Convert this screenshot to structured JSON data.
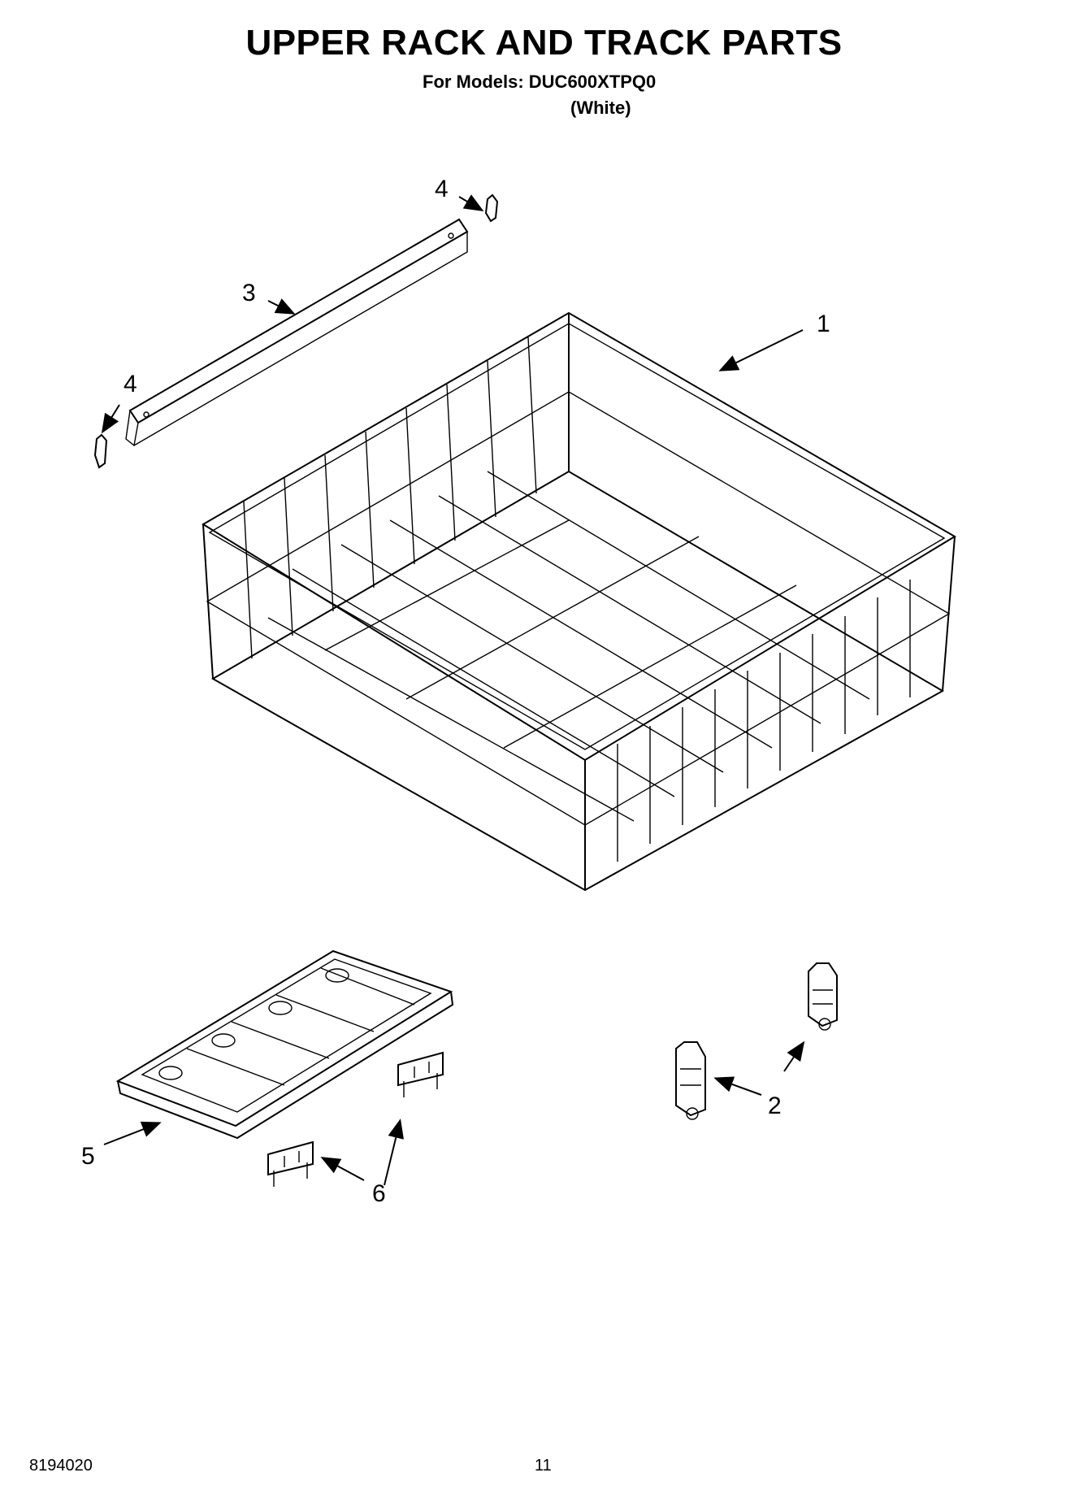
{
  "header": {
    "title": "UPPER RACK AND TRACK PARTS",
    "models_line": "For Models: DUC600XTPQ0",
    "color_line": "(White)"
  },
  "callouts": [
    "1",
    "2",
    "3",
    "4",
    "4",
    "5",
    "6"
  ],
  "footer": {
    "doc_number": "8194020",
    "page_number": "11"
  }
}
